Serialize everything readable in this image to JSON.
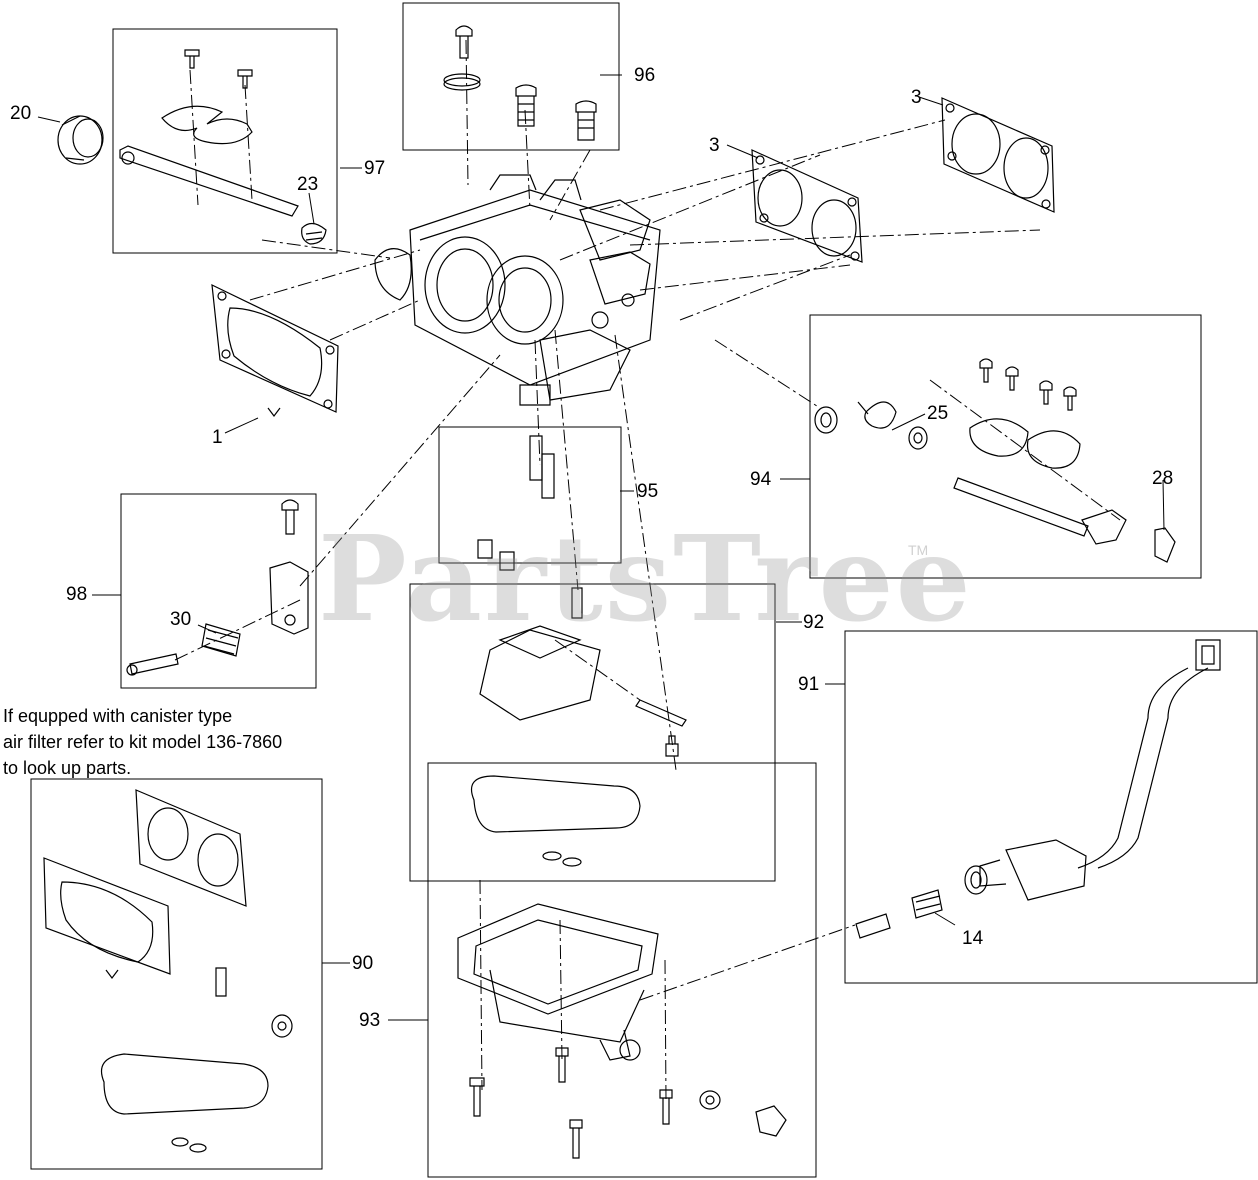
{
  "diagram": {
    "callouts": {
      "c1": "1",
      "c3a": "3",
      "c3b": "3",
      "c14": "14",
      "c20": "20",
      "c23": "23",
      "c25": "25",
      "c28": "28",
      "c30": "30",
      "c90": "90",
      "c91": "91",
      "c92": "92",
      "c93": "93",
      "c94": "94",
      "c95": "95",
      "c96": "96",
      "c97": "97",
      "c98": "98"
    },
    "note": {
      "line1": "If equpped with canister type",
      "line2": "air filter refer to kit model 136-7860",
      "line3": "to look up parts."
    },
    "watermark": "PartsTree",
    "trademark": "TM"
  }
}
